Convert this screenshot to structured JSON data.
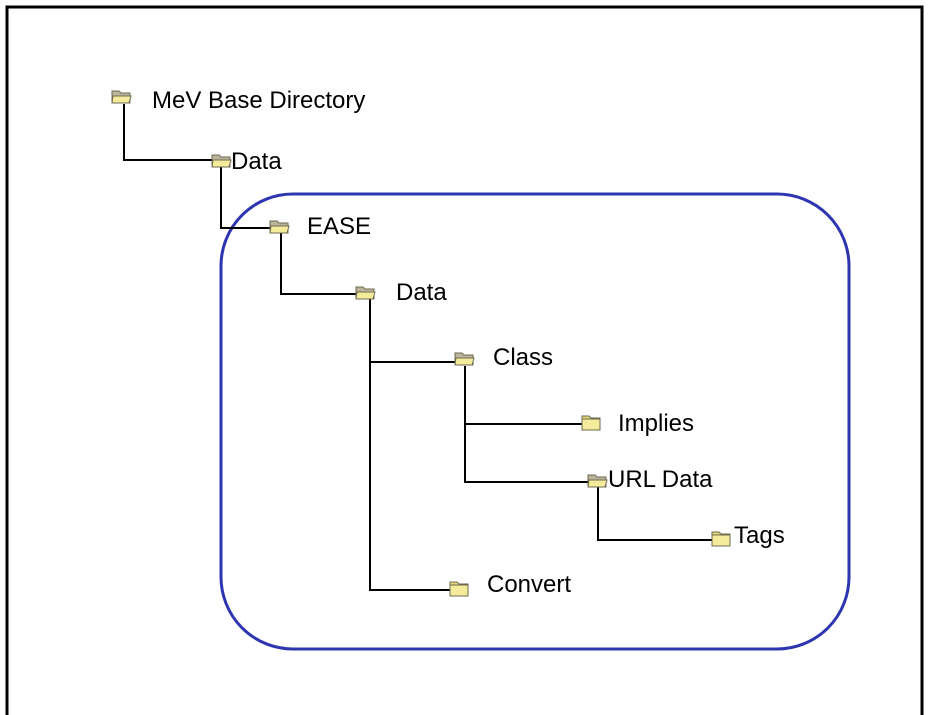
{
  "colors": {
    "frame": "#000000",
    "highlight_outline": "#2e35b0",
    "connector": "#000000",
    "folder_fill": "#f4ec9a",
    "folder_tab": "#e4d77a",
    "folder_stroke": "#6e6a52",
    "open_folder_back": "#b9b49a"
  },
  "tree": {
    "root": {
      "label": "MeV Base Directory",
      "icon": "open-folder-icon"
    },
    "data": {
      "label": "Data",
      "icon": "open-folder-icon"
    },
    "ease": {
      "label": "EASE",
      "icon": "open-folder-icon"
    },
    "ease_data": {
      "label": "Data",
      "icon": "open-folder-icon"
    },
    "class": {
      "label": "Class",
      "icon": "open-folder-icon"
    },
    "implies": {
      "label": "Implies",
      "icon": "closed-folder-icon"
    },
    "url_data": {
      "label": "URL Data",
      "icon": "open-folder-icon"
    },
    "tags": {
      "label": "Tags",
      "icon": "closed-folder-icon"
    },
    "convert": {
      "label": "Convert",
      "icon": "closed-folder-icon"
    }
  }
}
